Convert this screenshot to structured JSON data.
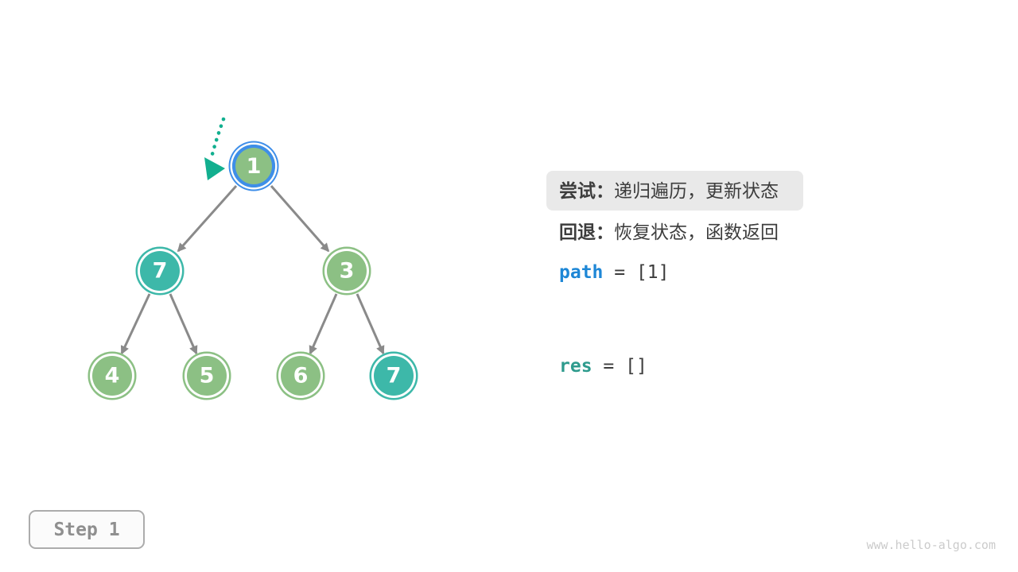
{
  "colors": {
    "node-green": "#8CC084",
    "node-teal": "#3DB8A9",
    "highlight-blue": "#3E8EE9",
    "edge-gray": "#8A8A8A",
    "accent-teal": "#12AF8F",
    "code-blue": "#1E87D6",
    "code-teal": "#2E9B8D",
    "text-dark": "#3D3D3D",
    "callout-bg": "#E9E9E9",
    "muted-gray": "#8F8F8F",
    "watermark-gray": "#CBCBCB"
  },
  "tree": {
    "nodes": [
      {
        "value": "1",
        "state": "current"
      },
      {
        "value": "7",
        "state": "visited-teal"
      },
      {
        "value": "3",
        "state": "default-green"
      },
      {
        "value": "4",
        "state": "default-green"
      },
      {
        "value": "5",
        "state": "default-green"
      },
      {
        "value": "6",
        "state": "default-green"
      },
      {
        "value": "7",
        "state": "visited-teal"
      }
    ],
    "edges": [
      {
        "from": "1",
        "to": "7-left"
      },
      {
        "from": "1",
        "to": "3"
      },
      {
        "from": "7-left",
        "to": "4"
      },
      {
        "from": "7-left",
        "to": "5"
      },
      {
        "from": "3",
        "to": "6"
      },
      {
        "from": "3",
        "to": "7-right"
      }
    ]
  },
  "panel": {
    "try_label": "尝试：",
    "try_text": "递归遍历，更新状态",
    "back_label": "回退：",
    "back_text": "恢复状态，函数返回",
    "path_var": "path",
    "path_value": "= [1]",
    "res_var": "res",
    "res_value": "= []"
  },
  "step_badge": "Step 1",
  "watermark": "www.hello-algo.com"
}
